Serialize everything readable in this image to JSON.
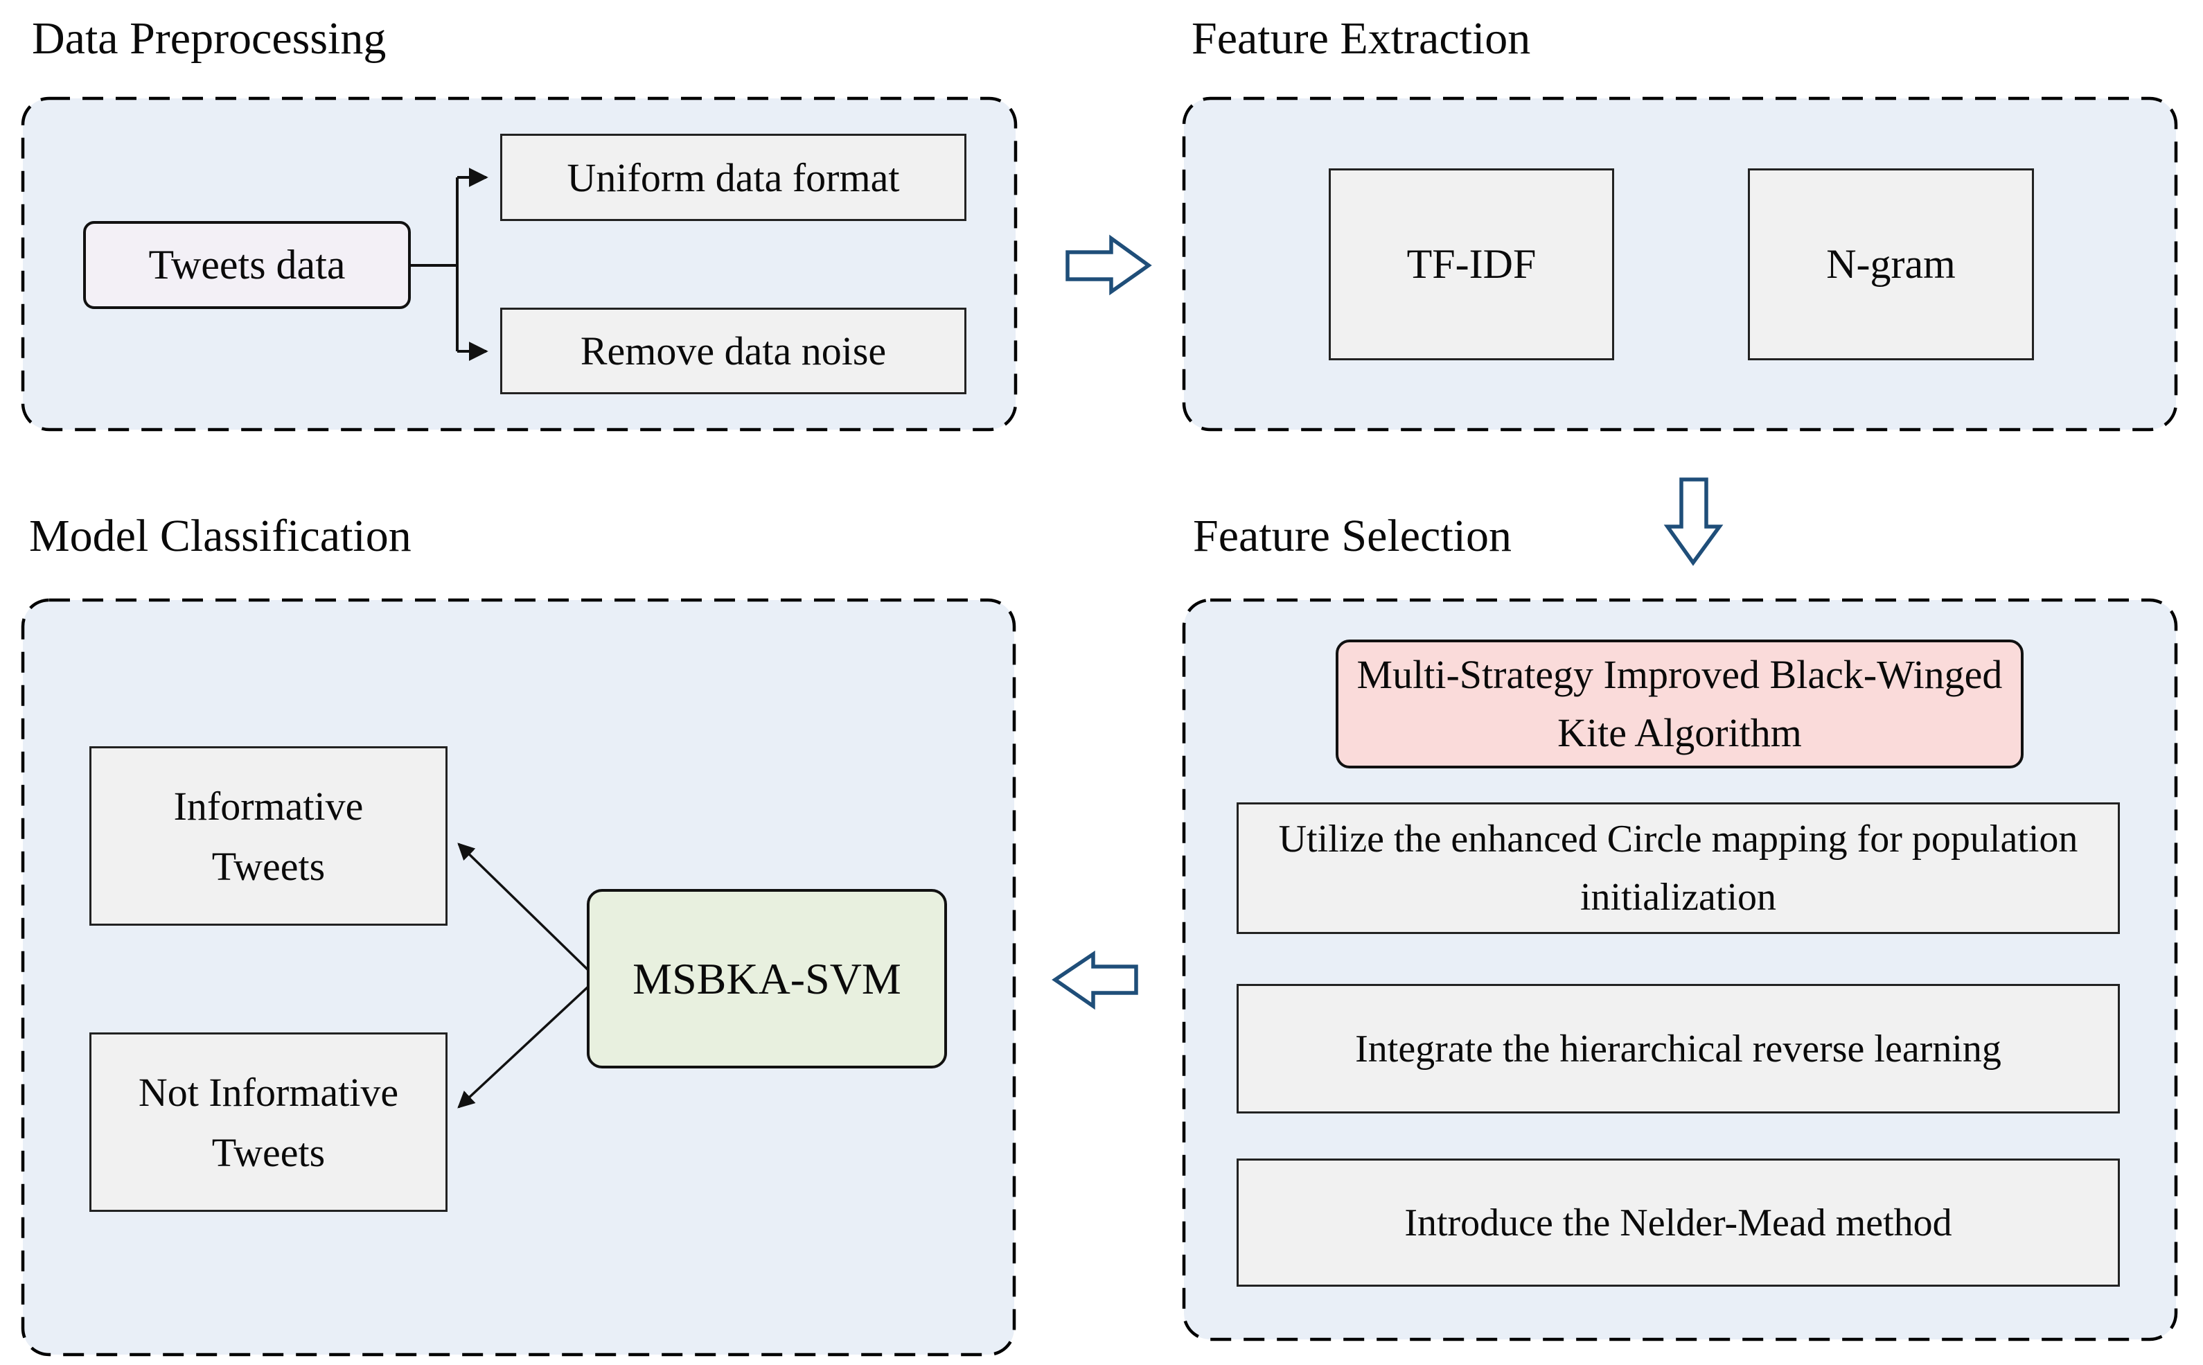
{
  "colors": {
    "panel_bg": "#E9EFF7",
    "box_gray": "#F1F1F1",
    "box_lavender": "#F3F0F6",
    "box_pink": "#FADBDA",
    "box_green": "#E8F0DF",
    "flow_arrow_blue": "#1F4E79",
    "line_black": "#111111"
  },
  "panels": {
    "data_preprocessing": {
      "title": "Data Preprocessing",
      "source_box": "Tweets data",
      "steps": [
        "Uniform data format",
        "Remove data noise"
      ]
    },
    "feature_extraction": {
      "title": "Feature Extraction",
      "methods": [
        "TF-IDF",
        "N-gram"
      ]
    },
    "model_classification": {
      "title": "Model Classification",
      "model_box": "MSBKA-SVM",
      "outputs": [
        "Informative Tweets",
        "Not Informative Tweets"
      ]
    },
    "feature_selection": {
      "title": "Feature Selection",
      "algorithm_box": "Multi-Strategy Improved Black-Winged Kite Algorithm",
      "strategies": [
        "Utilize the enhanced Circle mapping for population initialization",
        "Integrate the hierarchical reverse learning",
        "Introduce the Nelder-Mead method"
      ]
    }
  },
  "flow_arrows": {
    "preprocessing_to_extraction": "right-arrow",
    "extraction_to_selection": "down-arrow",
    "selection_to_classification": "left-arrow"
  }
}
